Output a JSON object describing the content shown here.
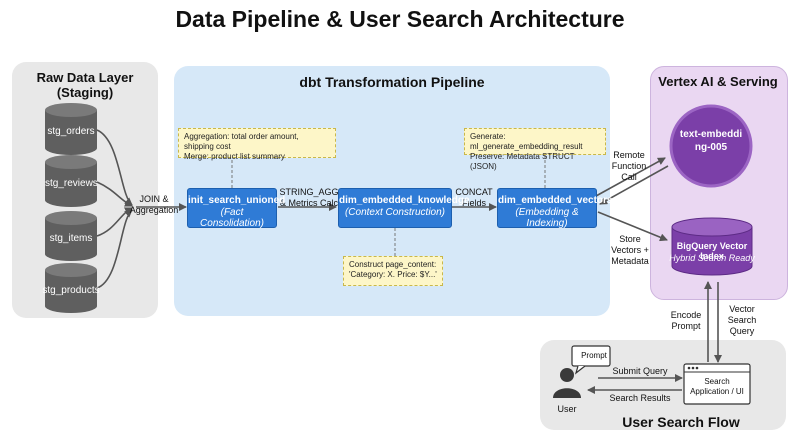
{
  "title": "Data Pipeline & User Search Architecture",
  "raw_layer": {
    "title": "Raw Data Layer (Staging)",
    "tables": [
      "stg_orders",
      "stg_reviews",
      "stg_items",
      "stg_products"
    ]
  },
  "dbt": {
    "title": "dbt Transformation Pipeline",
    "models": [
      {
        "name": "init_search_unioned",
        "subtitle": "(Fact Consolidation)"
      },
      {
        "name": "dim_embedded_knowledge",
        "subtitle": "(Context Construction)"
      },
      {
        "name": "dim_embedded_vectors",
        "subtitle": "(Embedding & Indexing)"
      }
    ],
    "notes": {
      "aggregation": [
        "Aggregation: total order amount, shipping cost",
        "Merge: product list summary"
      ],
      "construct": [
        "Construct page_content:",
        "'Category: X. Price: $Y...'"
      ],
      "generate": [
        "Generate: ml_generate_embedding_result",
        "Preserve: Metadata STRUCT (JSON)"
      ]
    }
  },
  "vertex": {
    "title": "Vertex AI & Serving",
    "embedding_model": "text-embedding-005",
    "vector_index": {
      "name": "BigQuery Vector Index",
      "subtitle": "Hybrid Search Ready"
    }
  },
  "edges": {
    "join": [
      "JOIN &",
      "Aggregation"
    ],
    "string_agg": [
      "STRING_AGG",
      "& Metrics Calc"
    ],
    "concat": [
      "CONCAT",
      "Fields"
    ],
    "remote": [
      "Remote",
      "Function",
      "Call"
    ],
    "store": [
      "Store",
      "Vectors +",
      "Metadata"
    ],
    "encode": [
      "Encode",
      "Prompt"
    ],
    "vector_query": [
      "Vector",
      "Search",
      "Query"
    ],
    "submit": "Submit Query",
    "results": "Search Results"
  },
  "flow": {
    "title": "User Search Flow",
    "user_label": "User",
    "prompt_label": "Prompt",
    "app_label": [
      "Search",
      "Application / UI"
    ]
  },
  "colors": {
    "cylinder_gray": "#5f5f5f",
    "model_blue": "#2f7bd6",
    "vertex_purple": "#7b3fa8",
    "arrow": "#555555"
  }
}
